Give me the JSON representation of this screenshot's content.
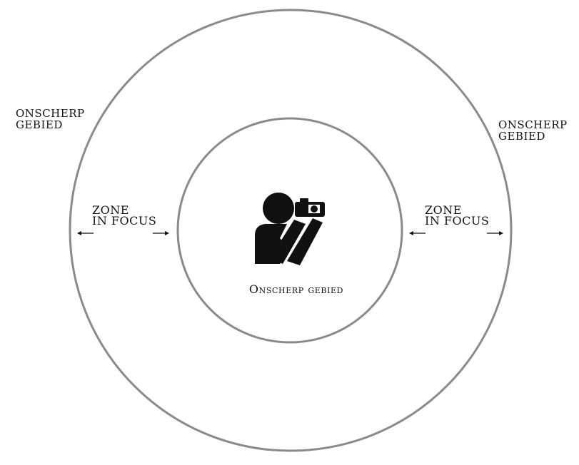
{
  "diagram": {
    "outer_left_label": [
      "ONSCHERP",
      "GEBIED"
    ],
    "outer_right_label": [
      "ONSCHERP",
      "GEBIED"
    ],
    "zone_left_label": [
      "ZONE",
      "IN FOCUS"
    ],
    "zone_right_label": [
      "ZONE",
      "IN FOCUS"
    ],
    "center_label": "Onscherp gebied",
    "icons": [
      "photographer-icon",
      "arrow-left-icon",
      "arrow-right-icon"
    ],
    "colors": {
      "circle_stroke": "#8a8a8a",
      "text": "#111111",
      "icon": "#111111"
    }
  }
}
